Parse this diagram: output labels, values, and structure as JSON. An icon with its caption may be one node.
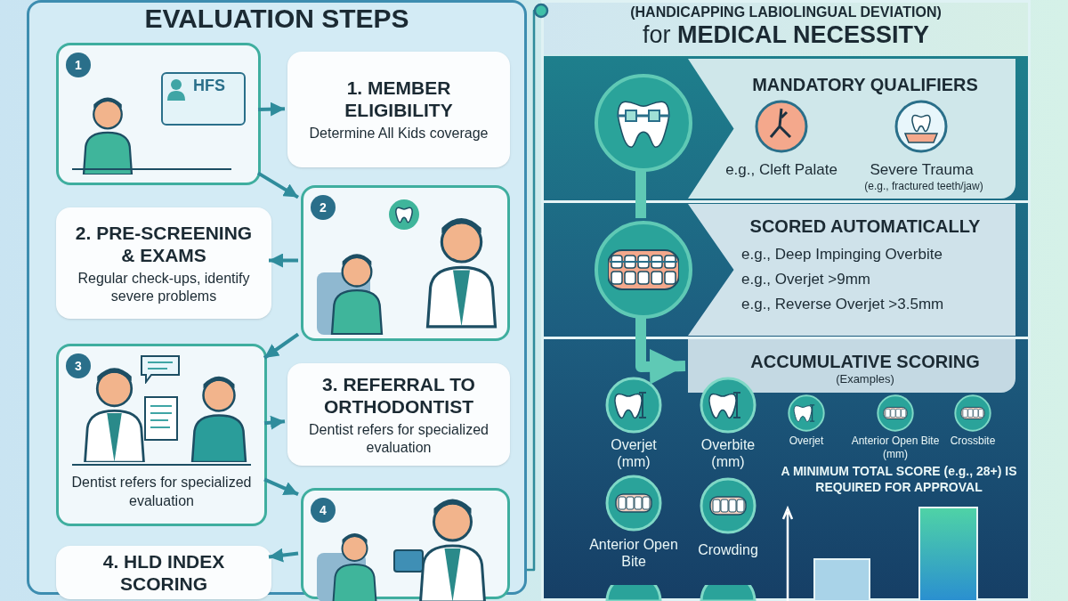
{
  "diagram": {
    "nodes": [
      {
        "text": [
          "EVALUATION STEPS"
        ]
      },
      {
        "text": [
          "1"
        ],
        "in": 0
      },
      {
        "text": [
          "1. MEMBER ELIGIBILITY",
          "Determine All Kids coverage"
        ],
        "in": 0
      },
      {
        "text": [
          "2"
        ],
        "in": 0
      },
      {
        "text": [
          "2. PRE-SCREENING & EXAMS",
          "Regular check-ups, identify severe problems"
        ],
        "in": 0
      },
      {
        "text": [
          "3",
          "Dentist refers for specialized evaluation"
        ],
        "in": 0
      },
      {
        "text": [
          "3. REFERRAL TO ORTHODONTIST",
          "Dentist refers for specialized evaluation"
        ],
        "in": 0
      },
      {
        "text": [
          "4"
        ],
        "in": 0
      },
      {
        "text": [
          "4. HLD INDEX SCORING"
        ],
        "in": 0
      },
      {
        "text": [
          "(HANDICAPPING LABIOLINGUAL DEVIATION)",
          "for **MEDICAL NECESSITY**"
        ]
      },
      {
        "text": [
          "MANDATORY QUALIFIERS",
          "e.g., Cleft Palate",
          "Severe Trauma",
          "(e.g., fractured teeth/jaw)"
        ],
        "in": 9
      },
      {
        "text": [
          "SCORED AUTOMATICALLY",
          "e.g., Deep Impinging Overbite",
          "e.g., Overjet >9mm",
          "e.g., Reverse Overjet >3.5mm"
        ],
        "in": 9
      },
      {
        "text": [
          "ACCUMULATIVE SCORING",
          "(Examples)"
        ],
        "in": 9
      },
      {
        "text": [],
        "shape": "circle",
        "in": 9
      },
      {
        "text": [],
        "shape": "circle",
        "in": 9
      }
    ],
    "edges": [
      {
        "from": 1,
        "to": 2,
        "arrow": "to"
      },
      {
        "from": 1,
        "to": 3,
        "arrow": "to"
      },
      {
        "from": 3,
        "to": 4,
        "arrow": "to"
      },
      {
        "from": 3,
        "to": 5,
        "arrow": "to"
      },
      {
        "from": 5,
        "to": 6,
        "arrow": "to"
      },
      {
        "from": 5,
        "to": 7,
        "arrow": "to"
      },
      {
        "from": 7,
        "to": 8,
        "arrow": "to"
      },
      {
        "from": 0,
        "to": 9,
        "arrow": "other"
      },
      {
        "from": 13,
        "to": 14,
        "arrow": "none",
        "style": "thick",
        "color": "#5fc9b5"
      },
      {
        "from": 14,
        "to": 12,
        "arrow": "to",
        "style": "thick",
        "color": "#5fc9b5"
      }
    ],
    "labels": [
      "HFS",
      "Overjet (mm)",
      "Overbite (mm)",
      "Overjet",
      "Anterior Open Bite (mm)",
      "Crossbite",
      "Anterior Open Bite",
      "Crowding",
      "A MINIMUM TOTAL SCORE (e.g., 28+) IS REQUIRED FOR APPROVAL"
    ]
  }
}
